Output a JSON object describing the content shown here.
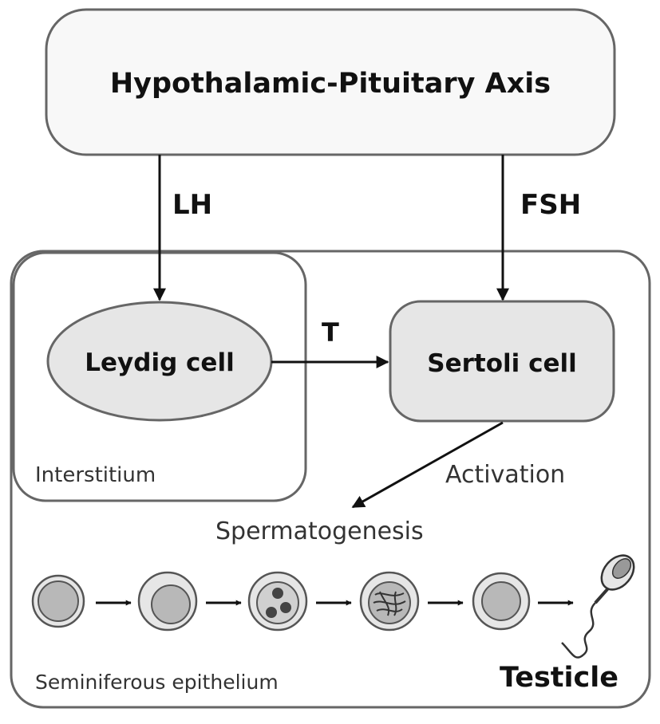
{
  "top_box": {
    "label": "Hypothalamic-Pituitary Axis"
  },
  "hormones": {
    "lh": "LH",
    "fsh": "FSH",
    "t": "T"
  },
  "cells": {
    "leydig": "Leydig cell",
    "sertoli": "Sertoli cell"
  },
  "regions": {
    "interstitium": "Interstitium",
    "epithelium": "Seminiferous epithelium",
    "testicle": "Testicle"
  },
  "process": {
    "activation": "Activation",
    "spermatogenesis": "Spermatogenesis"
  },
  "colors": {
    "outline": "#666666",
    "box_fill": "#f8f8f8",
    "cell_fill": "#e6e6e6",
    "nucleus_fill": "#b8b8b8",
    "arrow": "#111111"
  }
}
